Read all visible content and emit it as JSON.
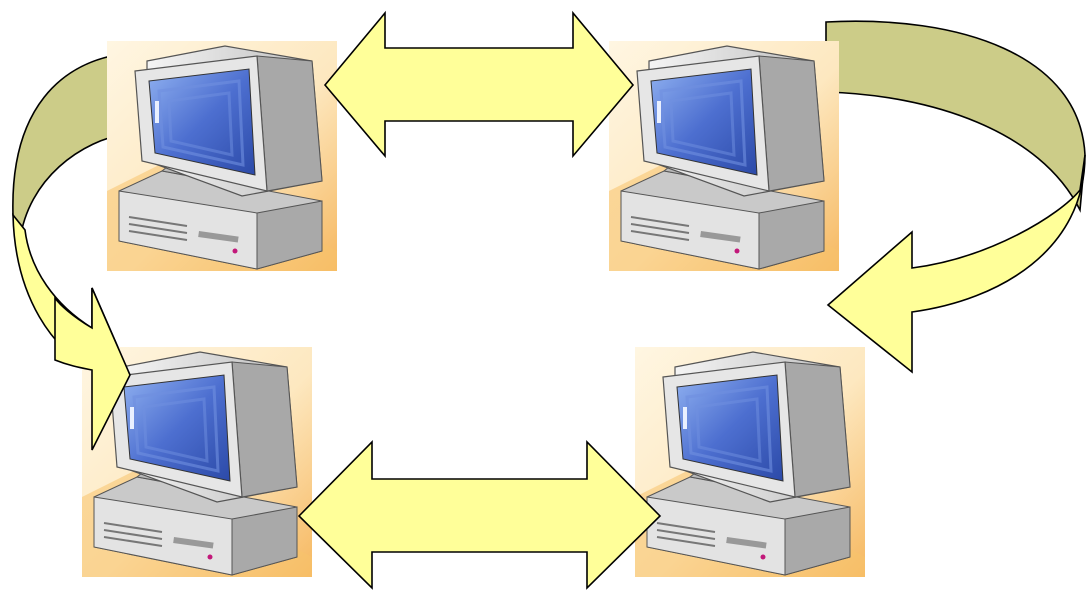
{
  "diagram": {
    "nodes": [
      {
        "id": "computer-top-left",
        "icon": "desktop-computer-icon"
      },
      {
        "id": "computer-top-right",
        "icon": "desktop-computer-icon"
      },
      {
        "id": "computer-bottom-left",
        "icon": "desktop-computer-icon"
      },
      {
        "id": "computer-bottom-right",
        "icon": "desktop-computer-icon"
      }
    ],
    "connections": [
      {
        "from": "computer-top-left",
        "to": "computer-top-right",
        "type": "bidirectional-arrow"
      },
      {
        "from": "computer-bottom-left",
        "to": "computer-bottom-right",
        "type": "bidirectional-arrow"
      },
      {
        "from": "computer-top-left",
        "to": "computer-bottom-left",
        "type": "curved-arrow"
      },
      {
        "from": "computer-top-right",
        "to": "computer-bottom-right",
        "type": "curved-arrow"
      }
    ],
    "colors": {
      "arrow_fill": "#ffff99",
      "curved_arrow_back": "#cccc88",
      "outline": "#000000",
      "tile_background": "#fde9c4",
      "tile_accent": "#f7c06a",
      "screen": "#4c6fc9",
      "case": "#d8d8d8"
    }
  }
}
